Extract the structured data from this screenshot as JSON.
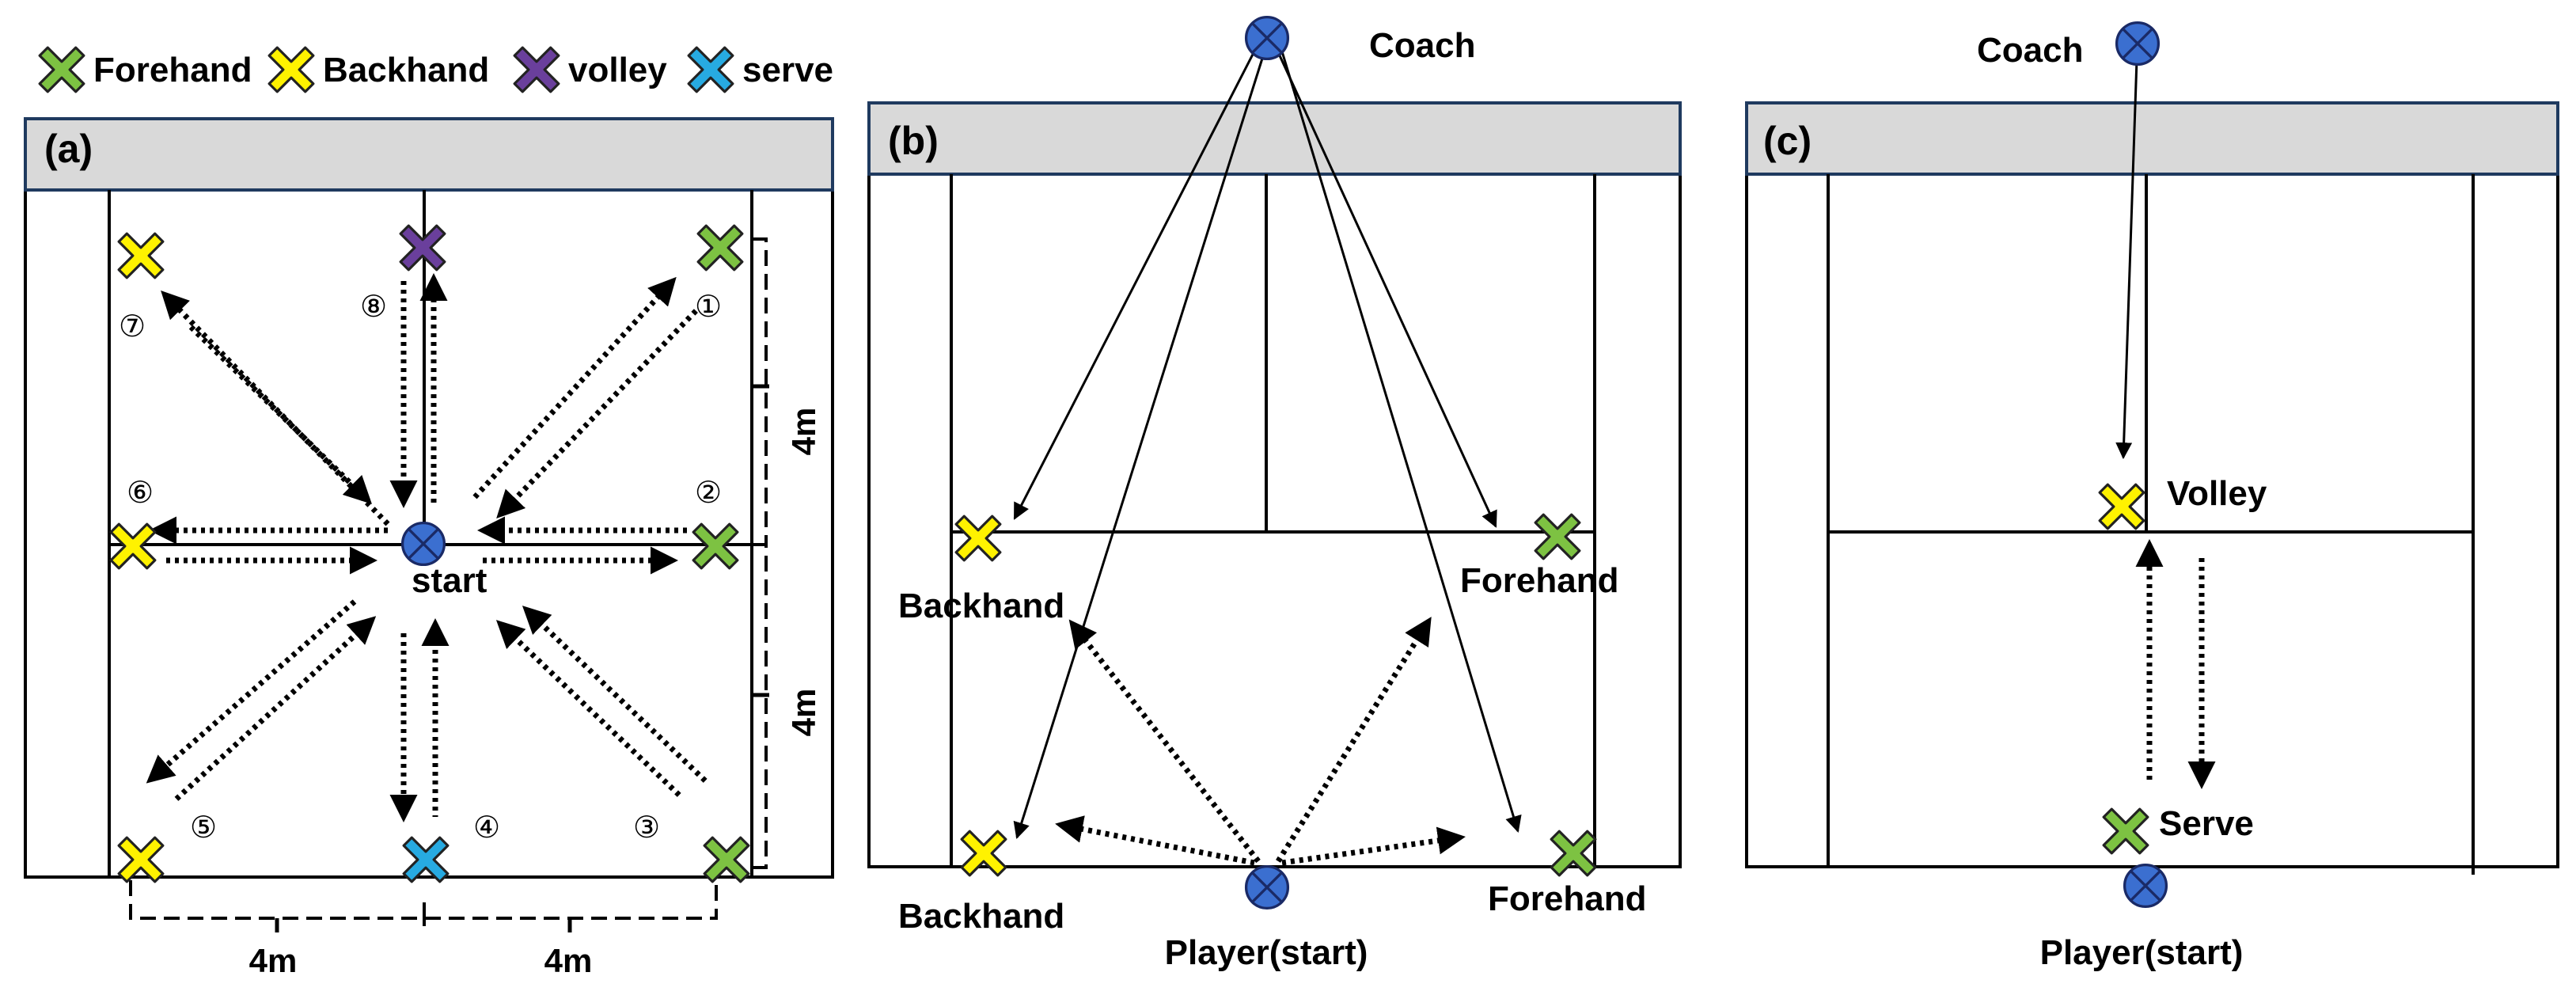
{
  "legend": [
    {
      "label": "Forehand",
      "color": "#7dc242"
    },
    {
      "label": "Backhand",
      "color": "#fff200"
    },
    {
      "label": "volley",
      "color": "#6a3f9c"
    },
    {
      "label": "serve",
      "color": "#27aae1"
    }
  ],
  "colors": {
    "forehand": "#7dc242",
    "backhand": "#fff200",
    "volley": "#6a3f9c",
    "serve": "#27aae1",
    "start_marker": "#3b6fd0",
    "court_header": "#d9d9d9"
  },
  "panel_a": {
    "tag": "(a)",
    "start_label": "start",
    "circled_numbers": [
      "①",
      "②",
      "③",
      "④",
      "⑤",
      "⑥",
      "⑦",
      "⑧"
    ],
    "distance_labels": [
      "4m",
      "4m",
      "4m",
      "4m"
    ]
  },
  "panel_b": {
    "tag": "(b)",
    "coach_label": "Coach",
    "player_label": "Player(start)",
    "labels": {
      "backhand_mid": "Backhand",
      "forehand_mid": "Forehand",
      "backhand_base": "Backhand",
      "forehand_base": "Forehand"
    }
  },
  "panel_c": {
    "tag": "(c)",
    "coach_label": "Coach",
    "player_label": "Player(start)",
    "volley_label": "Volley",
    "serve_label": "Serve"
  }
}
